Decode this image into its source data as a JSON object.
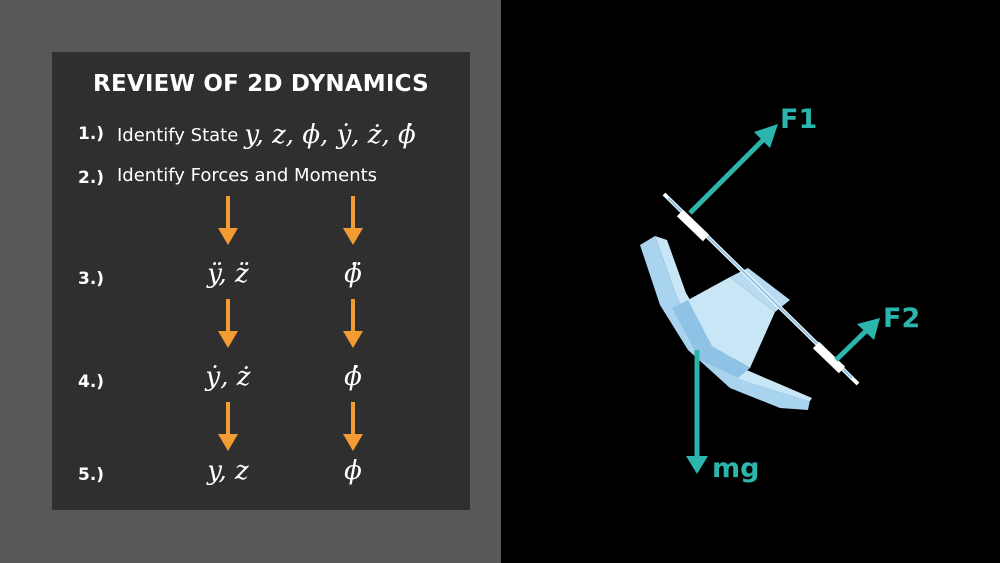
{
  "review": {
    "title": "REVIEW OF 2D DYNAMICS",
    "steps": [
      {
        "num": "1.)",
        "text": "Identify State",
        "math": "y, z, ϕ, ẏ, ż, ϕ̇"
      },
      {
        "num": "2.)",
        "text": "Identify Forces and Moments"
      },
      {
        "num": "3.)",
        "linear": "ÿ, z̈",
        "angular": "ϕ̈"
      },
      {
        "num": "4.)",
        "linear": "ẏ, ż",
        "angular": "ϕ̇"
      },
      {
        "num": "5.)",
        "linear": "y, z",
        "angular": "ϕ"
      }
    ]
  },
  "diagram": {
    "forces": {
      "f1": "F1",
      "f2": "F2",
      "gravity": "mg"
    }
  },
  "colors": {
    "arrow": "#f39c33",
    "force": "#2bb5ad",
    "drone_light": "#c9e6f6",
    "drone_mid": "#a9d4ef"
  }
}
